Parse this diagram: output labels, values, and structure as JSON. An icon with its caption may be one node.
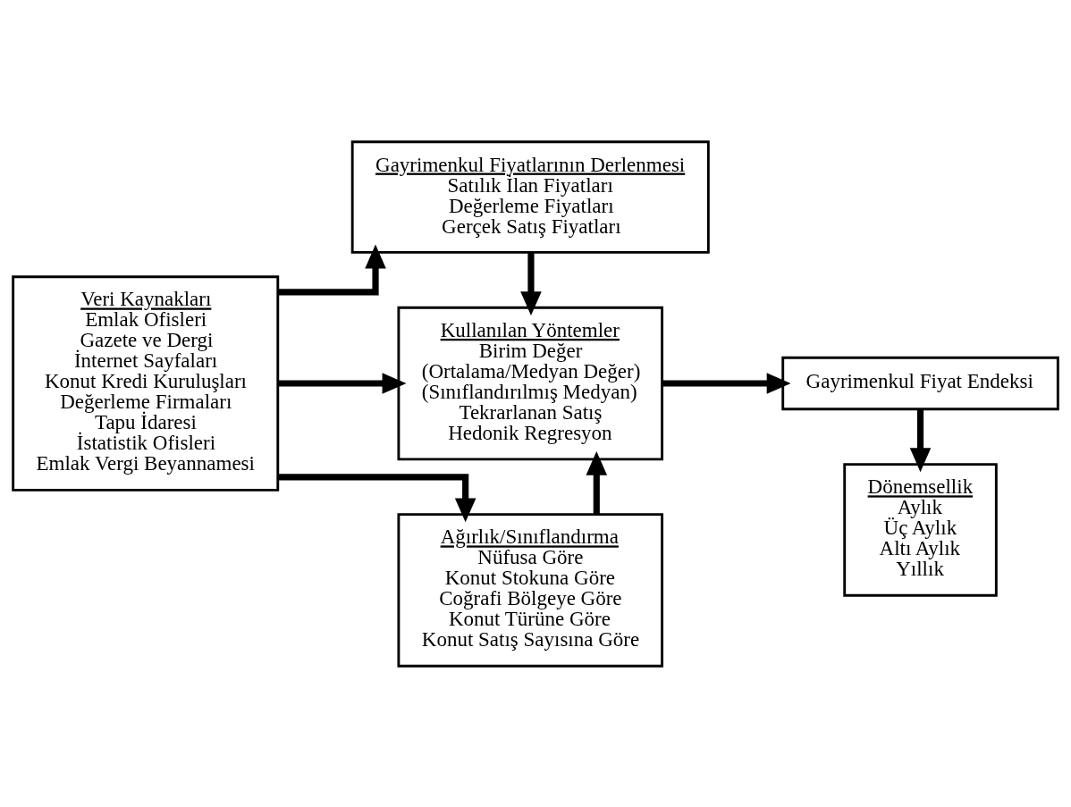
{
  "diagram": {
    "nodes": [
      {
        "text": [
          "Veri Kaynakları",
          "Emlak Ofisleri",
          "Gazete ve Dergi",
          "İnternet Sayfaları",
          "Konut Kredi Kuruluşları",
          "Değerleme Firmaları",
          "Tapu İdaresi",
          "İstatistik Ofisleri",
          "Emlak Vergi Beyannamesi"
        ]
      },
      {
        "text": [
          "Gayrimenkul Fiyatlarının Derlenmesi",
          "Satılık İlan Fiyatları",
          "Değerleme Fiyatları",
          "Gerçek Satış Fiyatları"
        ]
      },
      {
        "text": [
          "Kullanılan Yöntemler",
          "Birim Değer",
          "(Ortalama/Medyan Değer)",
          "(Sınıflandırılmış Medyan)",
          "Tekrarlanan Satış",
          "Hedonik Regresyon"
        ]
      },
      {
        "text": [
          "Ağırlık/Sınıflandırma",
          "Nüfusa Göre",
          "Konut Stokuna Göre",
          "Coğrafi Bölgeye Göre",
          "Konut Türüne Göre",
          "Konut Satış Sayısına Göre"
        ]
      },
      {
        "text": [
          "Gayrimenkul Fiyat Endeksi"
        ]
      },
      {
        "text": [
          "Dönemsellik",
          "Aylık",
          "Üç Aylık",
          "Altı Aylık",
          "Yıllık"
        ]
      }
    ],
    "edges": [
      {
        "from": 0,
        "to": 1,
        "arrow": "to"
      },
      {
        "from": 1,
        "to": 2,
        "arrow": "to"
      },
      {
        "from": 0,
        "to": 2,
        "arrow": "to"
      },
      {
        "from": 0,
        "to": 3,
        "arrow": "to"
      },
      {
        "from": 3,
        "to": 2,
        "arrow": "to"
      },
      {
        "from": 2,
        "to": 4,
        "arrow": "to"
      },
      {
        "from": 4,
        "to": 5,
        "arrow": "to"
      }
    ]
  }
}
